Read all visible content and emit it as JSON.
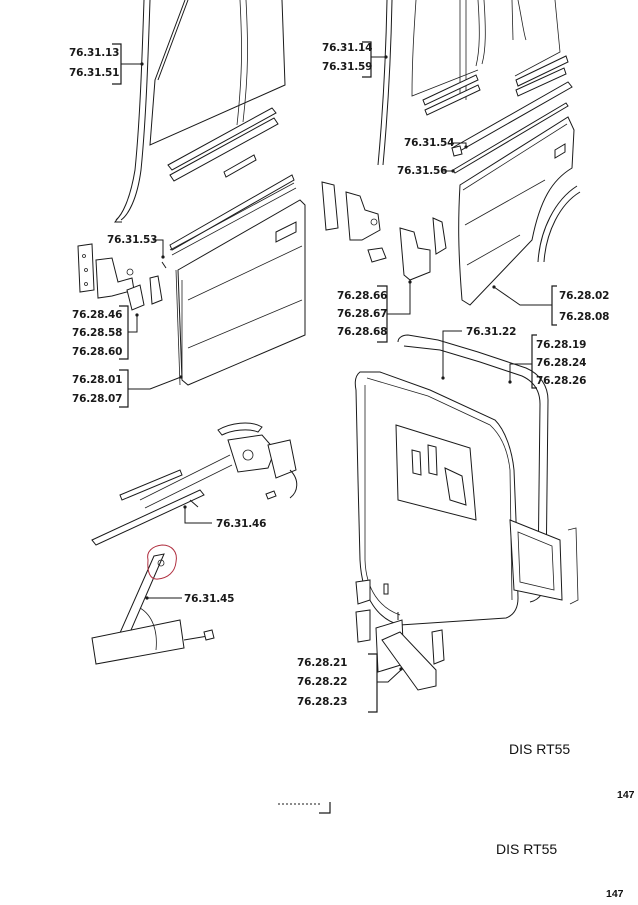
{
  "labels": {
    "front_glass_channel": [
      "76.31.13",
      "76.31.51"
    ],
    "rear_glass_channel": [
      "76.31.14",
      "76.31.59"
    ],
    "rear_waist_inner": "76.31.54",
    "rear_waist_outer": "76.31.56",
    "front_waist_seal": "76.31.53",
    "front_hinges": [
      "76.28.46",
      "76.28.58",
      "76.28.60"
    ],
    "rear_hinges": [
      "76.28.66",
      "76.28.67",
      "76.28.68"
    ],
    "front_door": [
      "76.28.01",
      "76.28.07"
    ],
    "rear_door": [
      "76.28.02",
      "76.28.08"
    ],
    "door_seal": "76.31.22",
    "door_shell": [
      "76.28.19",
      "76.28.24",
      "76.28.26"
    ],
    "window_regulator_electric": "76.31.46",
    "window_regulator_manual": "76.31.45",
    "tailgate_hinges": [
      "76.28.21",
      "76.28.22",
      "76.28.23"
    ]
  },
  "footer": {
    "code_upper": "DIS RT55",
    "page_upper": "147",
    "code_lower": "DIS RT55",
    "page_lower": "147"
  },
  "annotation": {
    "highlight_color": "#b03040",
    "ink_color": "#1a1a1a"
  }
}
